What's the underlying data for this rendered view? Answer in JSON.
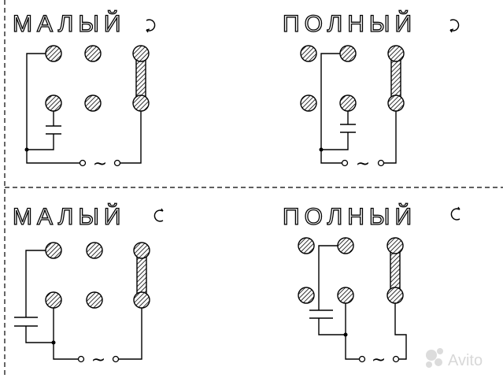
{
  "panels": [
    {
      "label": "МАЛЫЙ",
      "ac_symbol": "~"
    },
    {
      "label": "ПОЛНЫЙ",
      "ac_symbol": "~"
    },
    {
      "label": "МАЛЫЙ",
      "ac_symbol": "~"
    },
    {
      "label": "ПОЛНЫЙ",
      "ac_symbol": "~"
    }
  ],
  "watermark": {
    "text": "Avito"
  },
  "colors": {
    "line": "#000000",
    "background": "#ffffff",
    "watermark": "#d8d8d8"
  }
}
